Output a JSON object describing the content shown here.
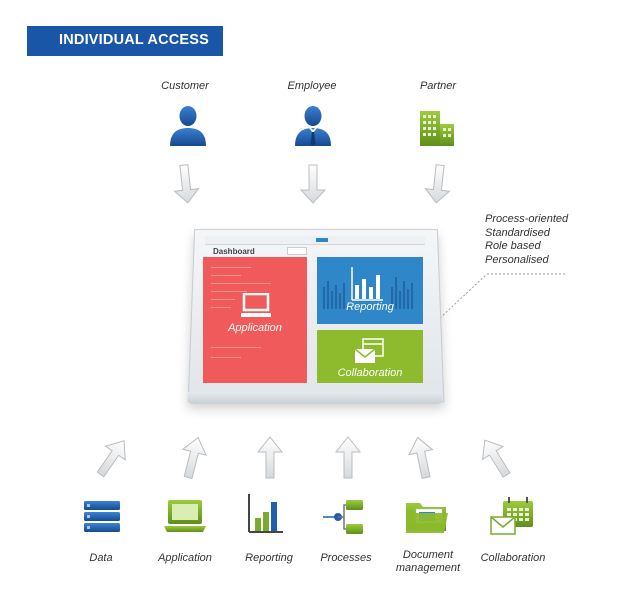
{
  "banner": {
    "title": "INDIVIDUAL ACCESS"
  },
  "roles": [
    {
      "label": "Customer",
      "icon": "customer-icon"
    },
    {
      "label": "Employee",
      "icon": "employee-icon"
    },
    {
      "label": "Partner",
      "icon": "partner-building-icon"
    }
  ],
  "features": [
    "Process-oriented",
    "Standardised",
    "Role based",
    "Personalised"
  ],
  "screen": {
    "dashboard_title": "Dashboard",
    "panels": {
      "application": "Application",
      "reporting": "Reporting",
      "collaboration": "Collaboration"
    }
  },
  "items": [
    {
      "label": "Data",
      "icon": "data-icon"
    },
    {
      "label": "Application",
      "icon": "application-icon"
    },
    {
      "label": "Reporting",
      "icon": "reporting-icon"
    },
    {
      "label": "Processes",
      "icon": "processes-icon"
    },
    {
      "label": "Document management",
      "icon": "document-folder-icon"
    },
    {
      "label": "Collaboration",
      "icon": "collaboration-icon"
    }
  ],
  "colors": {
    "brand_blue": "#1a56a8",
    "icon_blue": "#1f5fae",
    "icon_green": "#7aab2a",
    "application_red": "#f05a5a",
    "reporting_blue": "#2f86c9",
    "collaboration_green": "#8dbb2d"
  }
}
